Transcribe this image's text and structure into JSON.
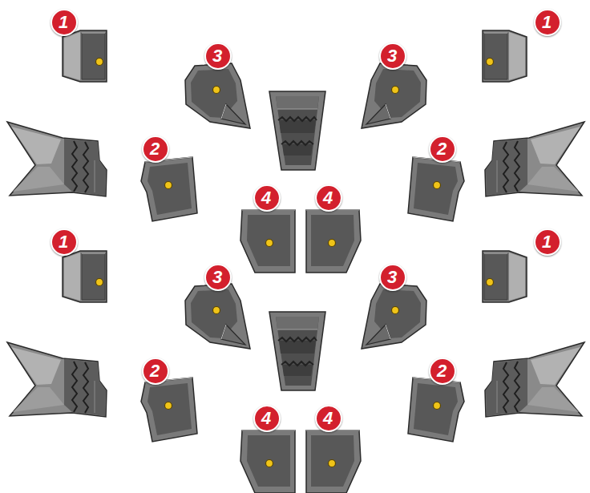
{
  "diagram": {
    "labels": [
      "1",
      "1",
      "3",
      "3",
      "2",
      "2",
      "4",
      "4",
      "1",
      "1",
      "3",
      "3",
      "2",
      "2",
      "4",
      "4"
    ]
  }
}
